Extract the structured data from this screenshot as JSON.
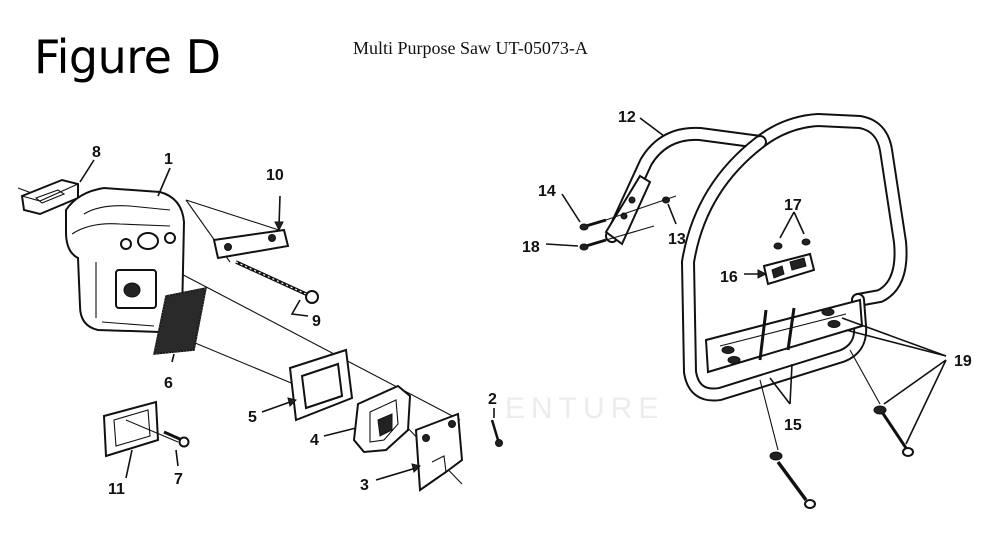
{
  "figure_title": "Figure D",
  "model": "Multi Purpose Saw UT-05073-A",
  "watermark": "ENTURE",
  "callouts": {
    "c1": "1",
    "c2": "2",
    "c3": "3",
    "c4": "4",
    "c5": "5",
    "c6": "6",
    "c7": "7",
    "c8": "8",
    "c9": "9",
    "c10": "10",
    "c11": "11",
    "c12": "12",
    "c13": "13",
    "c14": "14",
    "c15": "15",
    "c16": "16",
    "c17": "17",
    "c18": "18",
    "c19": "19"
  }
}
